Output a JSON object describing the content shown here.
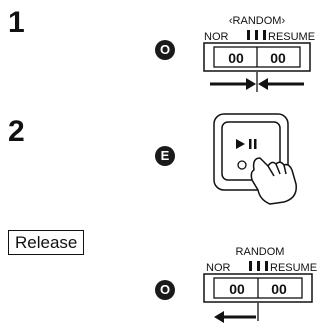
{
  "steps": [
    {
      "number": "1",
      "badge": "O",
      "switch": {
        "title": "‹RANDOM›",
        "left_label": "NOR",
        "right_label": "RESUME",
        "digits": [
          "00",
          "00"
        ]
      }
    },
    {
      "number": "2",
      "badge": "E",
      "button_icon": "play-pause-icon",
      "hand_icon": "pointing-hand-icon"
    },
    {
      "release_label": "Release",
      "badge": "O",
      "switch": {
        "title": "RANDOM",
        "left_label": "NOR",
        "right_label": "RESUME",
        "digits": [
          "00",
          "00"
        ]
      }
    }
  ]
}
